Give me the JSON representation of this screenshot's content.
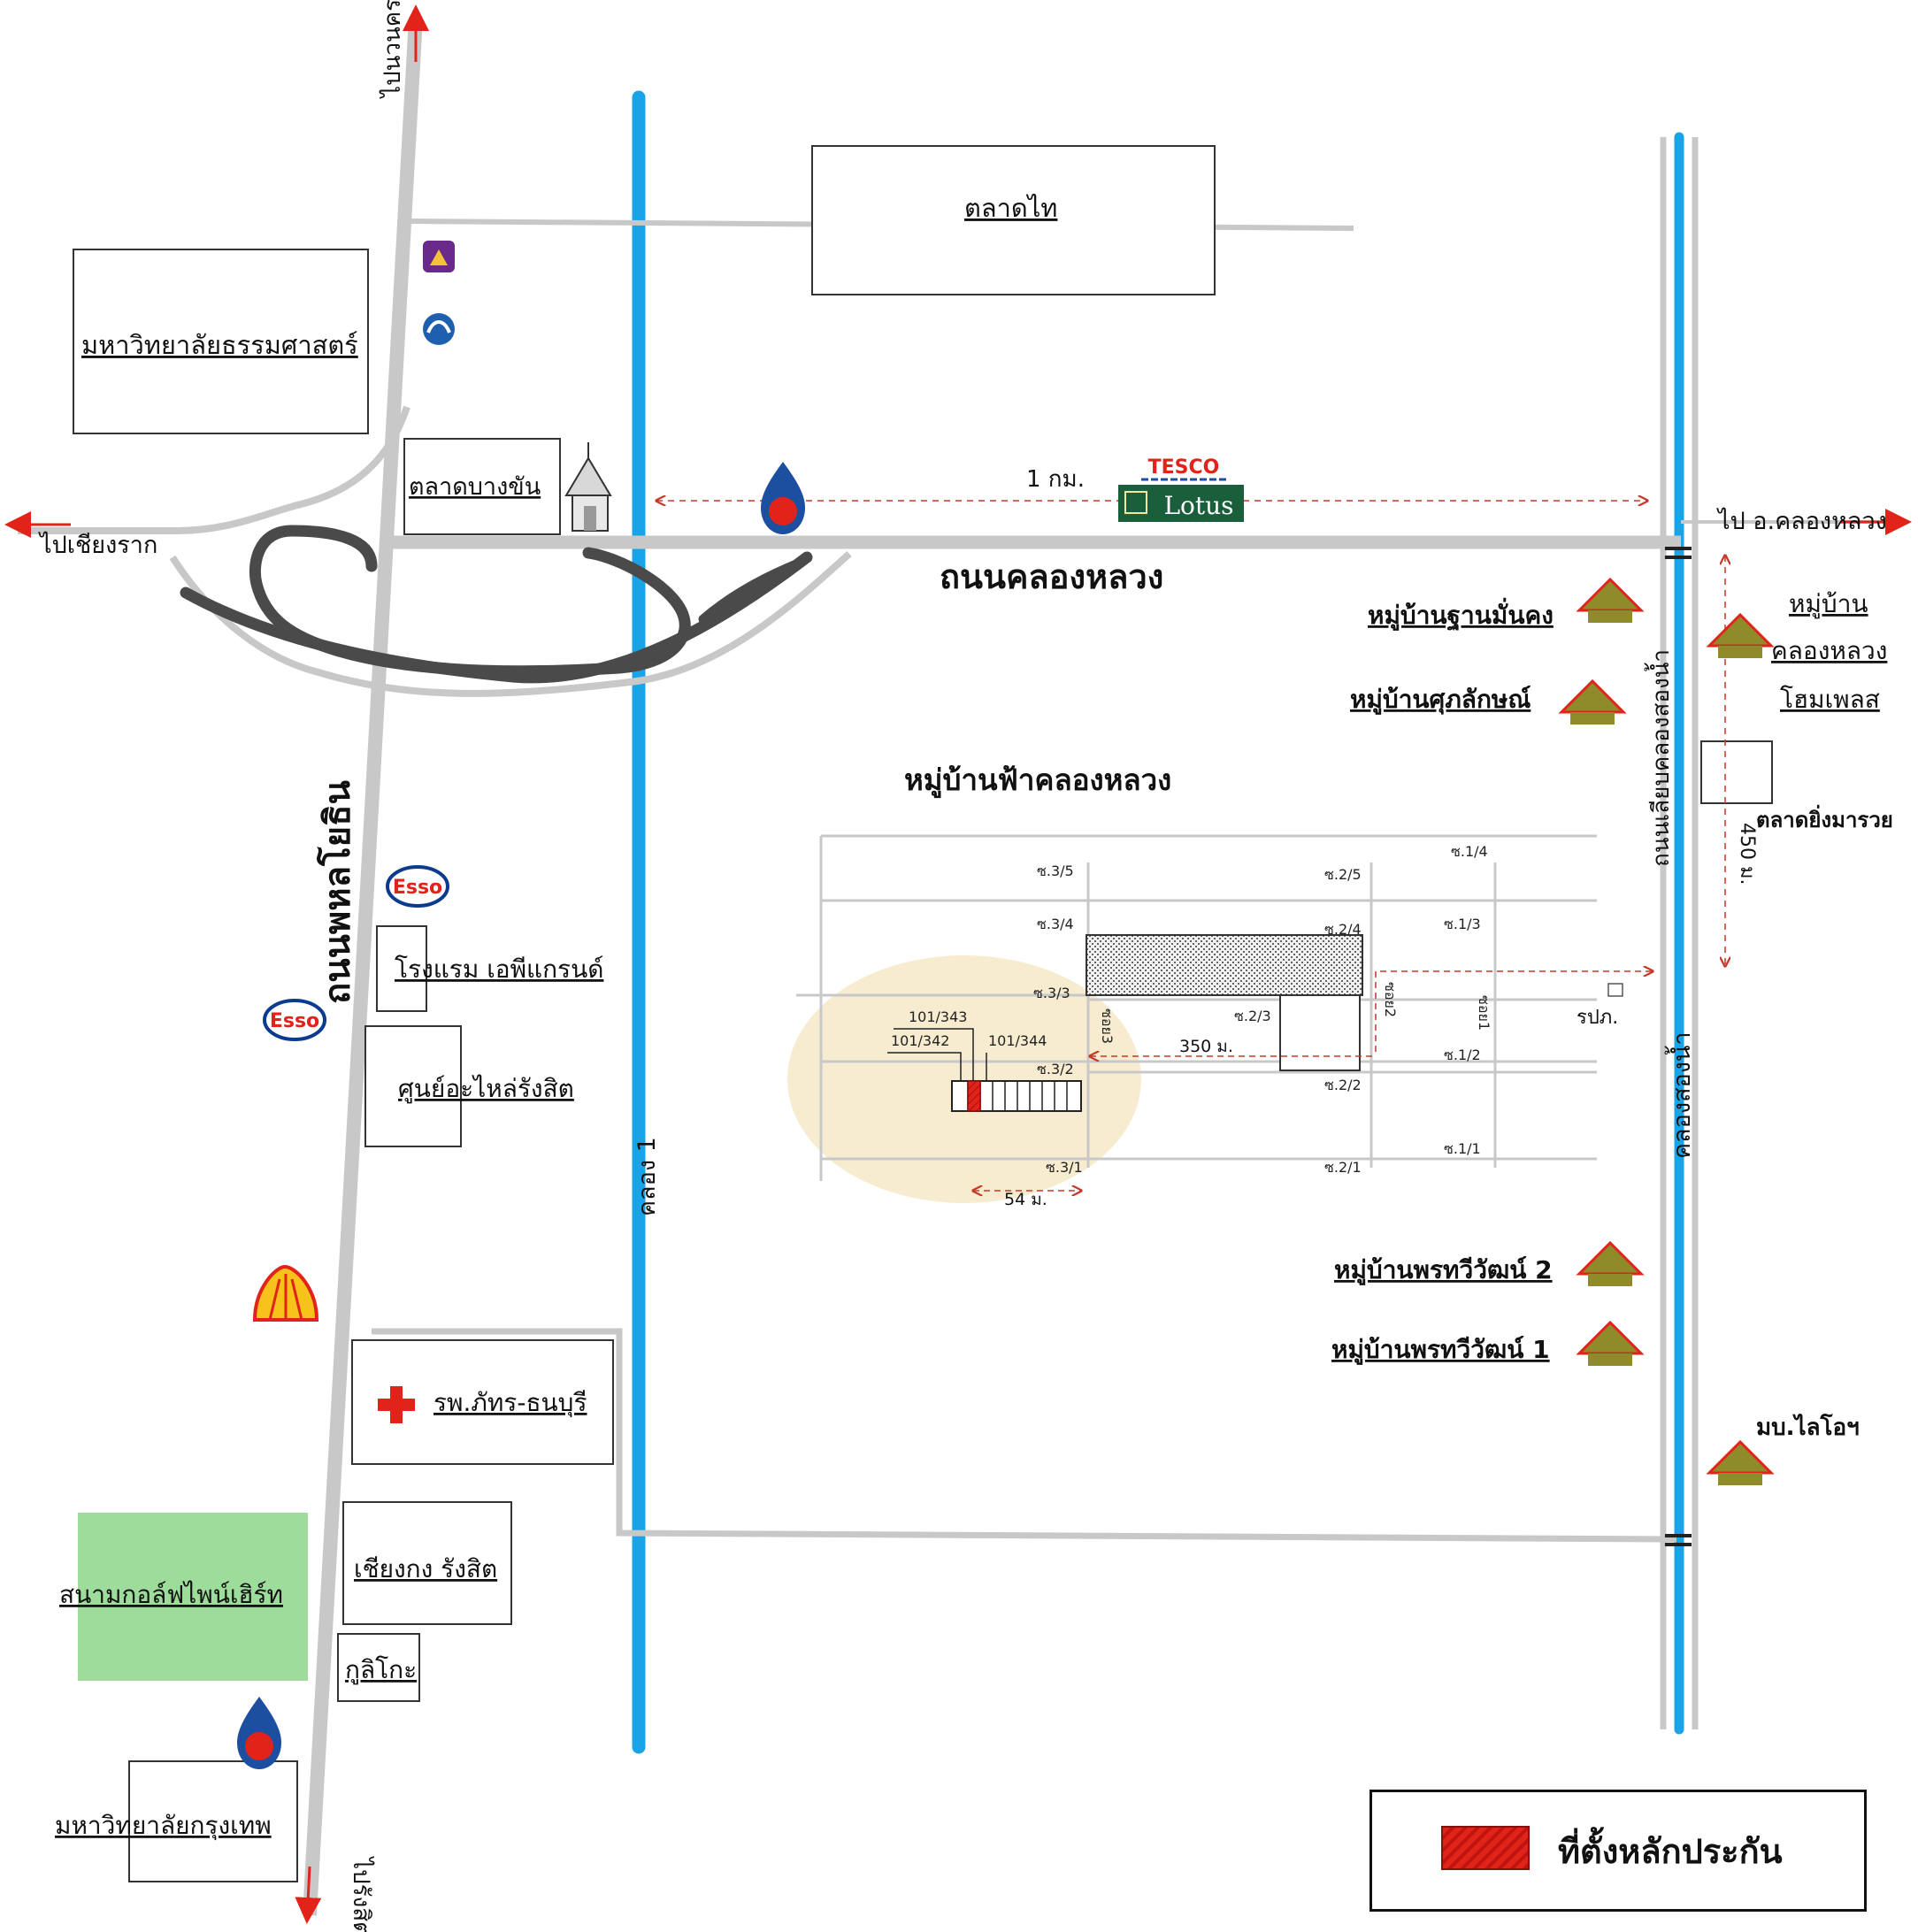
{
  "colors": {
    "road": "#c8c8c8",
    "canal": "#1aa3e6",
    "interchange": "#4a4a4a",
    "accent_red": "#d6281c",
    "golf": "#9ddc9a",
    "tesco_green": "#1b5e3b",
    "village_icon": "#8f8a2a"
  },
  "labels": {
    "to_nava": "ไปนวนคร",
    "thammasat": "มหาวิทยาลัยธรรมศาสตร์",
    "talad_thai": "ตลาดไท",
    "bang_khan": "ตลาดบางขัน",
    "to_chiang_rak": "ไปเชียงราก",
    "one_km": "1 กม.",
    "tesco": "TESCO",
    "lotus": "Lotus",
    "to_khlong_luang": "ไป อ.คลองหลวง",
    "khlong_luang_rd": "ถนนคลองหลวง",
    "phahon_rd": "ถนนพหลโยธิน",
    "village_than": "หมู่บ้านฐานมั่นคง",
    "village_suphalak": "หมู่บ้านศุภลักษณ์",
    "village_home_a": "หมู่บ้าน",
    "village_home_b": "คลองหลวง",
    "village_home_c": "โฮมเพลส",
    "fah_village": "หมู่บ้านฟ้าคลองหลวง",
    "khlong_song_rd": "ถนนเลียบคลองสองน้ำ",
    "market_ying": "ตลาดยิ่งมารวย",
    "dist_450": "450 ม.",
    "hotel": "โรงแรม เอพีแกรนด์",
    "parts": "ศูนย์อะไหล่รังสิต",
    "esso": "Esso",
    "khlong1": "คลอง 1",
    "khlong_song": "คลองสองน้ำ",
    "pdpt": "รปภ.",
    "dist_350": "350 ม.",
    "dist_54": "54 ม.",
    "hosp": "รพ.ภัทร-ธนบุรี",
    "chianggong": "เชียงกง รังสิต",
    "golf": "สนามกอล์ฟไพน์เฮิร์ท",
    "kuliko": "กูลิโกะ",
    "bkk_univ": "มหาวิทยาลัยกรุงเทพ",
    "to_rangsit": "ไปรังสิต",
    "village_porn2": "หมู่บ้านพรทวีวัฒน์ 2",
    "village_porn1": "หมู่บ้านพรทวีวัฒน์ 1",
    "village_lio": "มบ.ไลโอฯ"
  },
  "sois": {
    "s35": "ซ.3/5",
    "s34": "ซ.3/4",
    "s33": "ซ.3/3",
    "s32": "ซ.3/2",
    "s31": "ซ.3/1",
    "s25": "ซ.2/5",
    "s24": "ซ.2/4",
    "s23": "ซ.2/3",
    "s22": "ซ.2/2",
    "s21": "ซ.2/1",
    "s14": "ซ.1/4",
    "s13": "ซ.1/3",
    "s12": "ซ.1/2",
    "s11": "ซ.1/1",
    "soi3": "ซอย3",
    "soi2": "ซอย2",
    "soi1": "ซอย1"
  },
  "plots": {
    "p343": "101/343",
    "p342": "101/342",
    "p344": "101/344"
  },
  "legend": {
    "text": "ที่ตั้งหลักประกัน"
  }
}
